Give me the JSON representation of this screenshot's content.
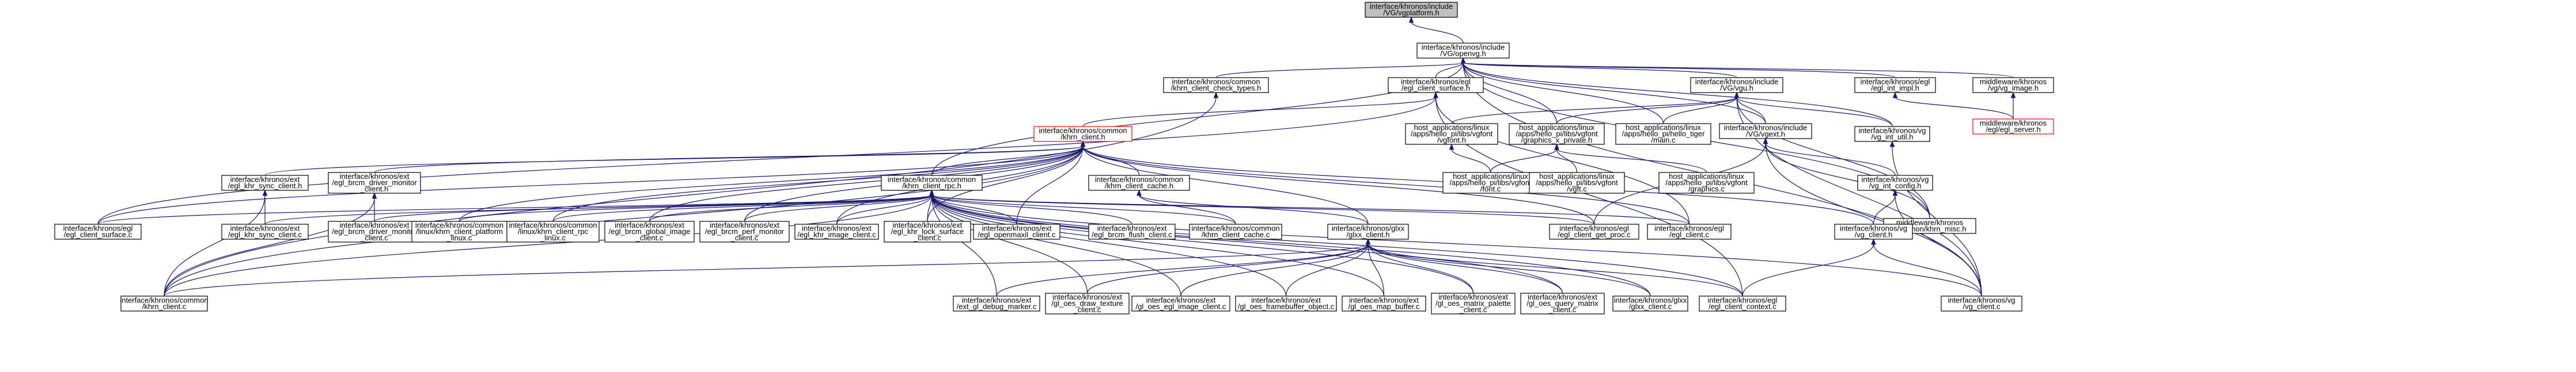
{
  "diagram": {
    "colors": {
      "edge": "#191970",
      "border": "#000000",
      "highlight_border": "#ff0000",
      "root_fill": "#bfbfbf"
    },
    "nodes": [
      {
        "id": "n_vgplatform",
        "lines": [
          "interface/khronos/include",
          "/VG/vgplatform.h"
        ],
        "root": true
      },
      {
        "id": "n_openvg",
        "lines": [
          "interface/khronos/include",
          "/VG/openvg.h"
        ]
      },
      {
        "id": "n_check_types",
        "lines": [
          "interface/khronos/common",
          "/khrn_client_check_types.h"
        ]
      },
      {
        "id": "n_egl_surface_h",
        "lines": [
          "interface/khronos/egl",
          "/egl_client_surface.h"
        ]
      },
      {
        "id": "n_vgu_h",
        "lines": [
          "interface/khronos/include",
          "/VG/vgu.h"
        ]
      },
      {
        "id": "n_egl_int_impl",
        "lines": [
          "interface/khronos/egl",
          "/egl_int_impl.h"
        ]
      },
      {
        "id": "n_vg_image_h",
        "lines": [
          "middleware/khronos",
          "/vg/vg_image.h"
        ]
      },
      {
        "id": "n_egl_server",
        "lines": [
          "middleware/khronos",
          "/egl/egl_server.h"
        ],
        "red": true
      },
      {
        "id": "n_khrn_client_h",
        "lines": [
          "interface/khronos/common",
          "/khrn_client.h"
        ],
        "red": true
      },
      {
        "id": "n_vgfont_h",
        "lines": [
          "host_applications/linux",
          "/apps/hello_pi/libs/vgfont",
          "/vgfont.h"
        ]
      },
      {
        "id": "n_graphics_x_private",
        "lines": [
          "host_applications/linux",
          "/apps/hello_pi/libs/vgfont",
          "/graphics_x_private.h"
        ]
      },
      {
        "id": "n_hello_tiger_main",
        "lines": [
          "host_applications/linux",
          "/apps/hello_pi/hello_tiger",
          "/main.c"
        ]
      },
      {
        "id": "n_vgext_h",
        "lines": [
          "interface/khronos/include",
          "/VG/vgext.h"
        ]
      },
      {
        "id": "n_vg_int_util",
        "lines": [
          "interface/khronos/vg",
          "/vg_int_util.h"
        ]
      },
      {
        "id": "n_egl_khr_sync_client_h",
        "lines": [
          "interface/khronos/ext",
          "/egl_khr_sync_client.h"
        ]
      },
      {
        "id": "n_egl_brcm_driver_monitor_h",
        "lines": [
          "interface/khronos/ext",
          "/egl_brcm_driver_monitor",
          "_client.h"
        ]
      },
      {
        "id": "n_khrn_client_rpc",
        "lines": [
          "interface/khronos/common",
          "/khrn_client_rpc.h"
        ]
      },
      {
        "id": "n_khrn_client_cache_h",
        "lines": [
          "interface/khronos/common",
          "/khrn_client_cache.h"
        ]
      },
      {
        "id": "n_vgfont_font",
        "lines": [
          "host_applications/linux",
          "/apps/hello_pi/libs/vgfont",
          "/font.c"
        ]
      },
      {
        "id": "n_vgft_c",
        "lines": [
          "host_applications/linux",
          "/apps/hello_pi/libs/vgfont",
          "/vgft.c"
        ]
      },
      {
        "id": "n_graphics_c",
        "lines": [
          "host_applications/linux",
          "/apps/hello_pi/libs/vgfont",
          "/graphics.c"
        ]
      },
      {
        "id": "n_vg_int_config",
        "lines": [
          "interface/khronos/vg",
          "/vg_int_config.h"
        ]
      },
      {
        "id": "n_khrn_misc",
        "lines": [
          "middleware/khronos",
          "/common/khrn_misc.h"
        ]
      },
      {
        "id": "n_egl_client_surface_c",
        "lines": [
          "interface/khronos/egl",
          "/egl_client_surface.c"
        ]
      },
      {
        "id": "n_egl_khr_sync_client_c",
        "lines": [
          "interface/khronos/ext",
          "/egl_khr_sync_client.c"
        ]
      },
      {
        "id": "n_egl_brcm_driver_monitor_c",
        "lines": [
          "interface/khronos/ext",
          "/egl_brcm_driver_monitor",
          "_client.c"
        ]
      },
      {
        "id": "n_khrn_client_platform_linux",
        "lines": [
          "interface/khronos/common",
          "/linux/khrn_client_platform",
          "_linux.c"
        ]
      },
      {
        "id": "n_khrn_client_rpc_linux",
        "lines": [
          "interface/khronos/common",
          "/linux/khrn_client_rpc",
          "_linux.c"
        ]
      },
      {
        "id": "n_egl_brcm_global_image",
        "lines": [
          "interface/khronos/ext",
          "/egl_brcm_global_image",
          "_client.c"
        ]
      },
      {
        "id": "n_egl_brcm_perf_monitor",
        "lines": [
          "interface/khronos/ext",
          "/egl_brcm_perf_monitor",
          "_client.c"
        ]
      },
      {
        "id": "n_egl_khr_image_client",
        "lines": [
          "interface/khronos/ext",
          "/egl_khr_image_client.c"
        ]
      },
      {
        "id": "n_egl_khr_lock_surface",
        "lines": [
          "interface/khronos/ext",
          "/egl_khr_lock_surface",
          "_client.c"
        ]
      },
      {
        "id": "n_egl_openmaxil_client",
        "lines": [
          "interface/khronos/ext",
          "/egl_openmaxil_client.c"
        ]
      },
      {
        "id": "n_egl_brcm_flush_client",
        "lines": [
          "interface/khronos/ext",
          "/egl_brcm_flush_client.c"
        ]
      },
      {
        "id": "n_khrn_client_cache_c",
        "lines": [
          "interface/khronos/common",
          "/khrn_client_cache.c"
        ]
      },
      {
        "id": "n_glxx_client_h",
        "lines": [
          "interface/khronos/glxx",
          "/glxx_client.h"
        ]
      },
      {
        "id": "n_egl_client_get_proc",
        "lines": [
          "interface/khronos/egl",
          "/egl_client_get_proc.c"
        ]
      },
      {
        "id": "n_egl_client_c",
        "lines": [
          "interface/khronos/egl",
          "/egl_client.c"
        ]
      },
      {
        "id": "n_vg_client_h",
        "lines": [
          "interface/khronos/vg",
          "/vg_client.h"
        ]
      },
      {
        "id": "n_khrn_client_c",
        "lines": [
          "interface/khronos/common",
          "/khrn_client.c"
        ]
      },
      {
        "id": "n_ext_gl_debug_marker",
        "lines": [
          "interface/khronos/ext",
          "/ext_gl_debug_marker.c"
        ]
      },
      {
        "id": "n_gl_oes_draw_texture",
        "lines": [
          "interface/khronos/ext",
          "/gl_oes_draw_texture",
          "_client.c"
        ]
      },
      {
        "id": "n_gl_oes_egl_image_client",
        "lines": [
          "interface/khronos/ext",
          "/gl_oes_egl_image_client.c"
        ]
      },
      {
        "id": "n_gl_oes_framebuffer_object",
        "lines": [
          "interface/khronos/ext",
          "/gl_oes_framebuffer_object.c"
        ]
      },
      {
        "id": "n_gl_oes_map_buffer",
        "lines": [
          "interface/khronos/ext",
          "/gl_oes_map_buffer.c"
        ]
      },
      {
        "id": "n_gl_oes_matrix_palette",
        "lines": [
          "interface/khronos/ext",
          "/gl_oes_matrix_palette",
          "_client.c"
        ]
      },
      {
        "id": "n_gl_oes_query_matrix",
        "lines": [
          "interface/khronos/ext",
          "/gl_oes_query_matrix",
          "_client.c"
        ]
      },
      {
        "id": "n_glxx_client_c",
        "lines": [
          "interface/khronos/glxx",
          "/glxx_client.c"
        ]
      },
      {
        "id": "n_egl_client_context",
        "lines": [
          "interface/khronos/egl",
          "/egl_client_context.c"
        ]
      },
      {
        "id": "n_vg_client_c",
        "lines": [
          "interface/khronos/vg",
          "/vg_client.c"
        ]
      }
    ],
    "edges": [
      [
        "n_openvg",
        "n_vgplatform"
      ],
      [
        "n_check_types",
        "n_openvg"
      ],
      [
        "n_egl_surface_h",
        "n_openvg"
      ],
      [
        "n_vgu_h",
        "n_openvg"
      ],
      [
        "n_egl_int_impl",
        "n_openvg"
      ],
      [
        "n_vg_image_h",
        "n_openvg"
      ],
      [
        "n_vgext_h",
        "n_openvg"
      ],
      [
        "n_graphics_x_private",
        "n_openvg"
      ],
      [
        "n_hello_tiger_main",
        "n_openvg"
      ],
      [
        "n_vg_int_util",
        "n_openvg"
      ],
      [
        "n_khrn_misc",
        "n_openvg"
      ],
      [
        "n_vg_client_c",
        "n_openvg"
      ],
      [
        "n_khrn_client_rpc",
        "n_openvg"
      ],
      [
        "n_egl_server",
        "n_vg_image_h"
      ],
      [
        "n_egl_server",
        "n_egl_int_impl"
      ],
      [
        "n_khrn_client_h",
        "n_egl_surface_h"
      ],
      [
        "n_egl_client_surface_c",
        "n_egl_surface_h"
      ],
      [
        "n_egl_client_c",
        "n_egl_surface_h"
      ],
      [
        "n_egl_client_context",
        "n_egl_surface_h"
      ],
      [
        "n_khrn_client_c",
        "n_check_types"
      ],
      [
        "n_vgfont_h",
        "n_vgu_h"
      ],
      [
        "n_graphics_x_private",
        "n_vgu_h"
      ],
      [
        "n_hello_tiger_main",
        "n_vgu_h"
      ],
      [
        "n_vg_int_util",
        "n_vgu_h"
      ],
      [
        "n_vgext_h",
        "n_vgu_h"
      ],
      [
        "n_khrn_misc",
        "n_vgu_h"
      ],
      [
        "n_vg_client_c",
        "n_vgu_h"
      ],
      [
        "n_vgfont_font",
        "n_vgfont_h"
      ],
      [
        "n_vgfont_font",
        "n_graphics_x_private"
      ],
      [
        "n_vgft_c",
        "n_graphics_x_private"
      ],
      [
        "n_graphics_c",
        "n_graphics_x_private"
      ],
      [
        "n_vg_int_config",
        "n_vgext_h"
      ],
      [
        "n_khrn_misc",
        "n_vgext_h"
      ],
      [
        "n_vg_client_c",
        "n_vgext_h"
      ],
      [
        "n_egl_client_get_proc",
        "n_vgext_h"
      ],
      [
        "n_vg_client_h",
        "n_vg_int_config"
      ],
      [
        "n_vg_client_c",
        "n_vg_int_config"
      ],
      [
        "n_vg_client_c",
        "n_vg_int_util"
      ],
      [
        "n_egl_client_context",
        "n_vg_client_h"
      ],
      [
        "n_vg_client_c",
        "n_vg_client_h"
      ],
      [
        "n_egl_khr_sync_client_h",
        "n_khrn_client_h"
      ],
      [
        "n_egl_brcm_driver_monitor_h",
        "n_khrn_client_h"
      ],
      [
        "n_khrn_client_rpc",
        "n_khrn_client_h"
      ],
      [
        "n_khrn_client_cache_h",
        "n_khrn_client_h"
      ],
      [
        "n_egl_client_surface_c",
        "n_khrn_client_h"
      ],
      [
        "n_khrn_client_c",
        "n_khrn_client_h"
      ],
      [
        "n_khrn_client_platform_linux",
        "n_khrn_client_h"
      ],
      [
        "n_khrn_client_rpc_linux",
        "n_khrn_client_h"
      ],
      [
        "n_egl_brcm_global_image",
        "n_khrn_client_h"
      ],
      [
        "n_egl_brcm_perf_monitor",
        "n_khrn_client_h"
      ],
      [
        "n_egl_khr_image_client",
        "n_khrn_client_h"
      ],
      [
        "n_egl_khr_lock_surface",
        "n_khrn_client_h"
      ],
      [
        "n_egl_openmaxil_client",
        "n_khrn_client_h"
      ],
      [
        "n_glxx_client_h",
        "n_khrn_client_h"
      ],
      [
        "n_egl_client_c",
        "n_khrn_client_h"
      ],
      [
        "n_vg_client_h",
        "n_khrn_client_h"
      ],
      [
        "n_egl_client_get_proc",
        "n_khrn_client_h"
      ],
      [
        "n_egl_khr_sync_client_c",
        "n_egl_khr_sync_client_h"
      ],
      [
        "n_khrn_client_c",
        "n_egl_khr_sync_client_h"
      ],
      [
        "n_egl_brcm_driver_monitor_c",
        "n_egl_brcm_driver_monitor_h"
      ],
      [
        "n_khrn_client_c",
        "n_egl_brcm_driver_monitor_h"
      ],
      [
        "n_khrn_client_cache_c",
        "n_khrn_client_cache_h"
      ],
      [
        "n_glxx_client_h",
        "n_khrn_client_cache_h"
      ],
      [
        "n_egl_client_surface_c",
        "n_khrn_client_rpc"
      ],
      [
        "n_egl_khr_sync_client_c",
        "n_khrn_client_rpc"
      ],
      [
        "n_egl_brcm_driver_monitor_c",
        "n_khrn_client_rpc"
      ],
      [
        "n_khrn_client_platform_linux",
        "n_khrn_client_rpc"
      ],
      [
        "n_khrn_client_rpc_linux",
        "n_khrn_client_rpc"
      ],
      [
        "n_egl_brcm_global_image",
        "n_khrn_client_rpc"
      ],
      [
        "n_egl_brcm_perf_monitor",
        "n_khrn_client_rpc"
      ],
      [
        "n_egl_khr_image_client",
        "n_khrn_client_rpc"
      ],
      [
        "n_egl_khr_lock_surface",
        "n_khrn_client_rpc"
      ],
      [
        "n_egl_openmaxil_client",
        "n_khrn_client_rpc"
      ],
      [
        "n_egl_brcm_flush_client",
        "n_khrn_client_rpc"
      ],
      [
        "n_khrn_client_cache_c",
        "n_khrn_client_rpc"
      ],
      [
        "n_egl_client_get_proc",
        "n_khrn_client_rpc"
      ],
      [
        "n_egl_client_c",
        "n_khrn_client_rpc"
      ],
      [
        "n_khrn_client_c",
        "n_khrn_client_rpc"
      ],
      [
        "n_ext_gl_debug_marker",
        "n_khrn_client_rpc"
      ],
      [
        "n_gl_oes_draw_texture",
        "n_khrn_client_rpc"
      ],
      [
        "n_gl_oes_egl_image_client",
        "n_khrn_client_rpc"
      ],
      [
        "n_gl_oes_framebuffer_object",
        "n_khrn_client_rpc"
      ],
      [
        "n_gl_oes_map_buffer",
        "n_khrn_client_rpc"
      ],
      [
        "n_gl_oes_matrix_palette",
        "n_khrn_client_rpc"
      ],
      [
        "n_gl_oes_query_matrix",
        "n_khrn_client_rpc"
      ],
      [
        "n_glxx_client_c",
        "n_khrn_client_rpc"
      ],
      [
        "n_egl_client_context",
        "n_khrn_client_rpc"
      ],
      [
        "n_vg_client_c",
        "n_khrn_client_rpc"
      ],
      [
        "n_ext_gl_debug_marker",
        "n_glxx_client_h"
      ],
      [
        "n_gl_oes_draw_texture",
        "n_glxx_client_h"
      ],
      [
        "n_gl_oes_egl_image_client",
        "n_glxx_client_h"
      ],
      [
        "n_gl_oes_framebuffer_object",
        "n_glxx_client_h"
      ],
      [
        "n_gl_oes_map_buffer",
        "n_glxx_client_h"
      ],
      [
        "n_gl_oes_matrix_palette",
        "n_glxx_client_h"
      ],
      [
        "n_gl_oes_query_matrix",
        "n_glxx_client_h"
      ],
      [
        "n_glxx_client_c",
        "n_glxx_client_h"
      ],
      [
        "n_egl_client_context",
        "n_glxx_client_h"
      ],
      [
        "n_khrn_client_c",
        "n_glxx_client_h"
      ]
    ]
  }
}
